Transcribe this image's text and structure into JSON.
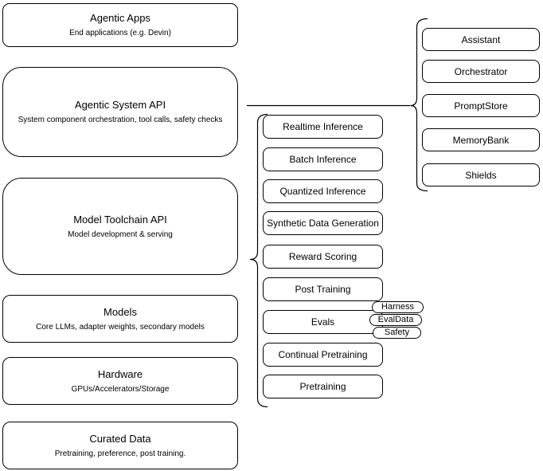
{
  "left_stack": [
    {
      "title": "Agentic Apps",
      "subtitle": "End applications (e.g. Devin)"
    },
    {
      "title": "Agentic System API",
      "subtitle": "System component orchestration, tool calls, safety checks"
    },
    {
      "title": "Model Toolchain API",
      "subtitle": "Model development & serving"
    },
    {
      "title": "Models",
      "subtitle": "Core LLMs, adapter weights, secondary models"
    },
    {
      "title": "Hardware",
      "subtitle": "GPUs/Accelerators/Storage"
    },
    {
      "title": "Curated Data",
      "subtitle": "Pretraining, preference, post training."
    }
  ],
  "toolchain_group": [
    "Realtime Inference",
    "Batch Inference",
    "Quantized Inference",
    "Synthetic Data Generation",
    "Reward Scoring",
    "Post Training",
    "Evals",
    "Continual Pretraining",
    "Pretraining"
  ],
  "evals_tags": [
    "Harness",
    "EvalData",
    "Safety"
  ],
  "system_group": [
    "Assistant",
    "Orchestrator",
    "PromptStore",
    "MemoryBank",
    "Shields"
  ],
  "colors": {
    "border": "#000000",
    "fill": "#ffffff",
    "text": "#000000"
  }
}
